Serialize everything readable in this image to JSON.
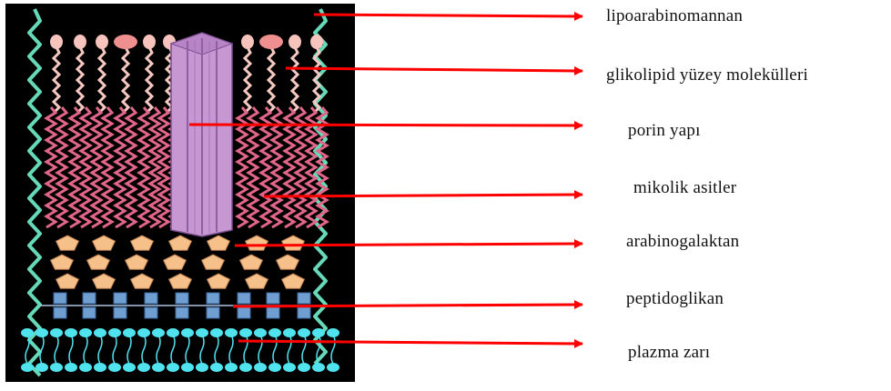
{
  "colors": {
    "panel": "#000000",
    "arrow": "#ff0000",
    "outer_chain": "#66d9b8",
    "head_pink": "#f7c4bd",
    "head_rose": "#f08f8f",
    "upper_chain": "#f5c9c1",
    "mycolic_chain": "#e2668a",
    "porin": "#c697d1",
    "porin_dark": "#8e5fa3",
    "arabinogalactan": "#f6c08a",
    "peptidoglycan": "#6f9ed0",
    "membrane": "#4fe3ee"
  },
  "labels": [
    "lipoarabinomannan",
    "glikolipid yüzey molekülleri",
    "porin yapı",
    "mikolik asitler",
    "arabinogalaktan",
    "peptidoglikan",
    "plazma zarı"
  ]
}
